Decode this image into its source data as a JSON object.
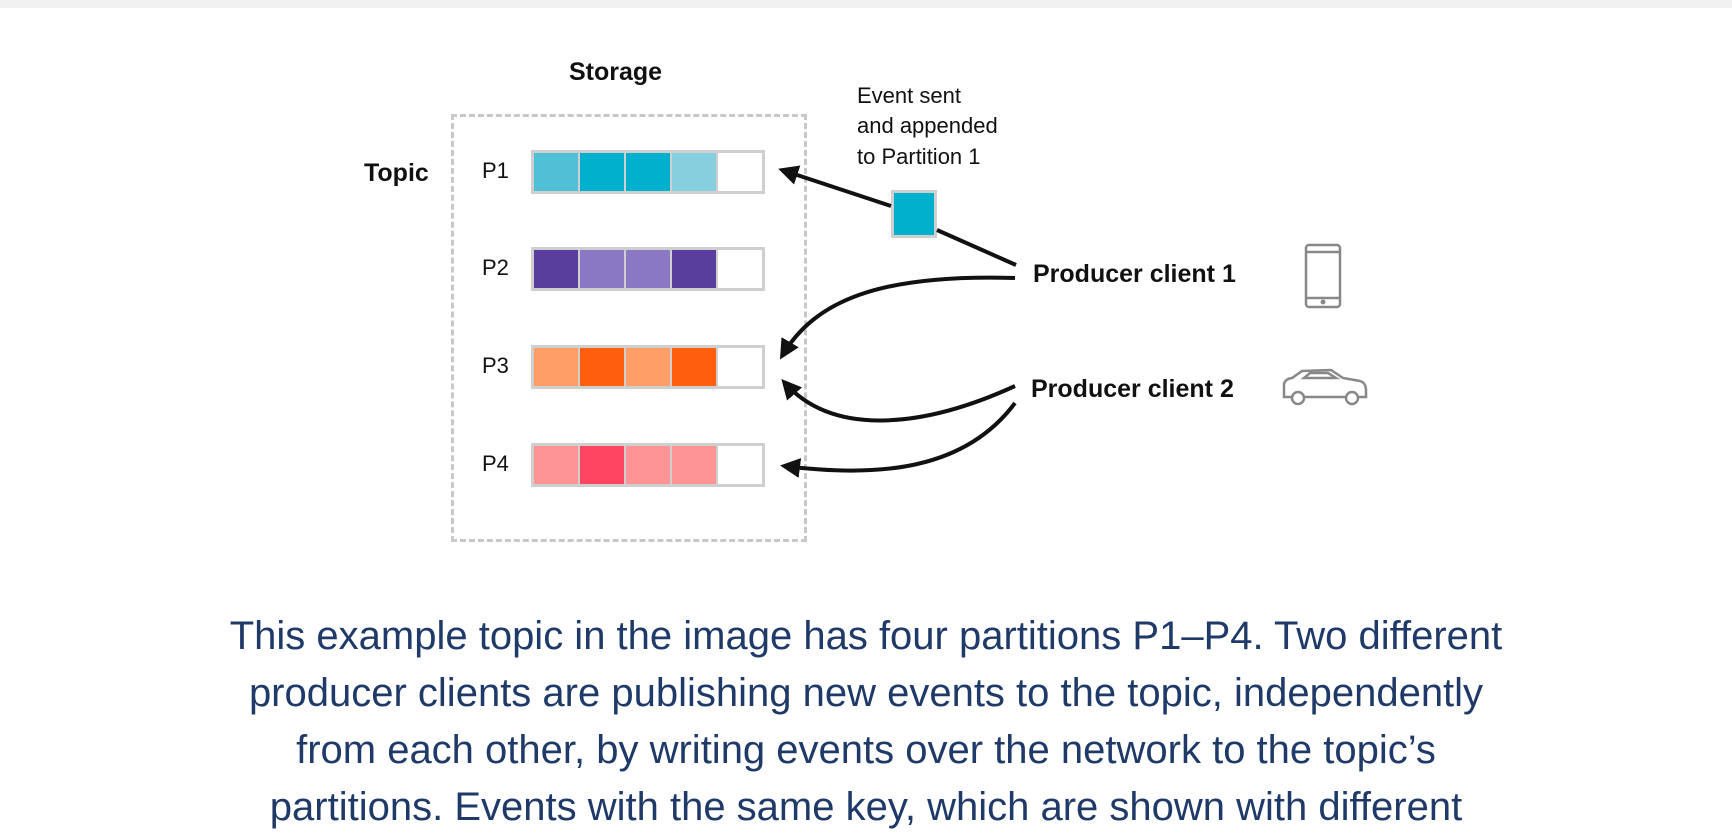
{
  "diagram": {
    "storage_label": "Storage",
    "topic_label": "Topic",
    "event_note": [
      "Event sent",
      "and appended",
      "to Partition 1"
    ],
    "partitions": [
      {
        "label": "P1",
        "cells": [
          "#4fc0d6",
          "#00b0cc",
          "#00b0cc",
          "#86cfdf",
          "#ffffff"
        ]
      },
      {
        "label": "P2",
        "cells": [
          "#5a3e9e",
          "#8b78c4",
          "#8b78c4",
          "#5a3e9e",
          "#ffffff"
        ]
      },
      {
        "label": "P3",
        "cells": [
          "#ff9e66",
          "#ff5f0f",
          "#ff9e66",
          "#ff5f0f",
          "#ffffff"
        ]
      },
      {
        "label": "P4",
        "cells": [
          "#ff9494",
          "#ff4560",
          "#ff9494",
          "#ff9494",
          "#ffffff"
        ]
      }
    ],
    "producers": [
      {
        "label": "Producer client 1",
        "icon": "phone-icon"
      },
      {
        "label": "Producer client 2",
        "icon": "car-icon"
      }
    ]
  },
  "caption": {
    "lines": [
      "This example topic in the image has four partitions P1–P4. Two different",
      "producer clients are publishing new events to the topic, independently",
      "from each other, by writing events over the network to the topic’s",
      "partitions. Events with the same key, which are shown with different"
    ]
  }
}
